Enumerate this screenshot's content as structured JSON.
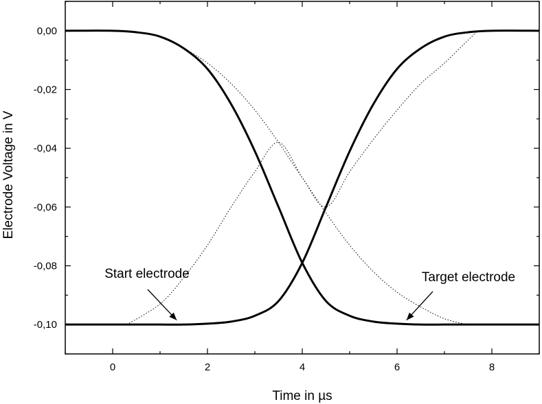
{
  "chart_data": {
    "type": "line",
    "xlabel": "Time in µs",
    "ylabel": "Electrode Voltage in V",
    "xlim": [
      -1,
      9
    ],
    "ylim": [
      -0.11,
      0.01
    ],
    "x_ticks": [
      0,
      2,
      4,
      6,
      8
    ],
    "x_tick_labels": [
      "0",
      "2",
      "4",
      "6",
      "8"
    ],
    "y_ticks": [
      0.0,
      -0.02,
      -0.04,
      -0.06,
      -0.08,
      -0.1
    ],
    "y_tick_labels": [
      "0,00",
      "-0,02",
      "-0,04",
      "-0,06",
      "-0,08",
      "-0,10"
    ],
    "grid": false,
    "series": [
      {
        "style": "solid",
        "x": [
          -1,
          0,
          0.5,
          1,
          1.5,
          2,
          2.5,
          3,
          3.5,
          4,
          4.5,
          5,
          5.5,
          6,
          6.5,
          7,
          7.5,
          8,
          9
        ],
        "y": [
          0,
          0,
          -0.0005,
          -0.002,
          -0.006,
          -0.013,
          -0.025,
          -0.041,
          -0.06,
          -0.079,
          -0.092,
          -0.097,
          -0.099,
          -0.0997,
          -0.1,
          -0.1,
          -0.1,
          -0.1,
          -0.1
        ]
      },
      {
        "style": "solid",
        "x": [
          -1,
          0,
          0.5,
          1,
          1.5,
          2,
          2.5,
          3,
          3.5,
          4,
          4.5,
          5,
          5.5,
          6,
          6.5,
          7,
          7.5,
          8,
          9
        ],
        "y": [
          -0.1,
          -0.1,
          -0.1,
          -0.1,
          -0.1,
          -0.0997,
          -0.099,
          -0.097,
          -0.092,
          -0.079,
          -0.06,
          -0.041,
          -0.025,
          -0.013,
          -0.006,
          -0.002,
          -0.0005,
          0,
          0
        ]
      },
      {
        "style": "dotted",
        "x": [
          0.3,
          1,
          1.5,
          2,
          2.5,
          3,
          3.5,
          4,
          4.5,
          5,
          5.5,
          6,
          6.5,
          7,
          7.5,
          7.7
        ],
        "y": [
          -0.1,
          -0.093,
          -0.084,
          -0.073,
          -0.06,
          -0.048,
          -0.038,
          -0.05,
          -0.062,
          -0.073,
          -0.082,
          -0.089,
          -0.094,
          -0.098,
          -0.1,
          -0.1
        ]
      },
      {
        "style": "dotted",
        "x": [
          0.3,
          0.5,
          1,
          1.5,
          2,
          2.5,
          3,
          3.5,
          4,
          4.5,
          5,
          5.5,
          6,
          6.5,
          7,
          7.7
        ],
        "y": [
          0,
          -0.0003,
          -0.002,
          -0.006,
          -0.011,
          -0.018,
          -0.027,
          -0.038,
          -0.05,
          -0.06,
          -0.048,
          -0.037,
          -0.027,
          -0.018,
          -0.011,
          0
        ]
      }
    ],
    "annotations": [
      {
        "text": "Start electrode",
        "arrow_to": [
          1.35,
          -0.0985
        ],
        "anchor": "start-label"
      },
      {
        "text": "Target electrode",
        "arrow_to": [
          6.2,
          -0.0985
        ],
        "anchor": "target-label"
      }
    ]
  }
}
